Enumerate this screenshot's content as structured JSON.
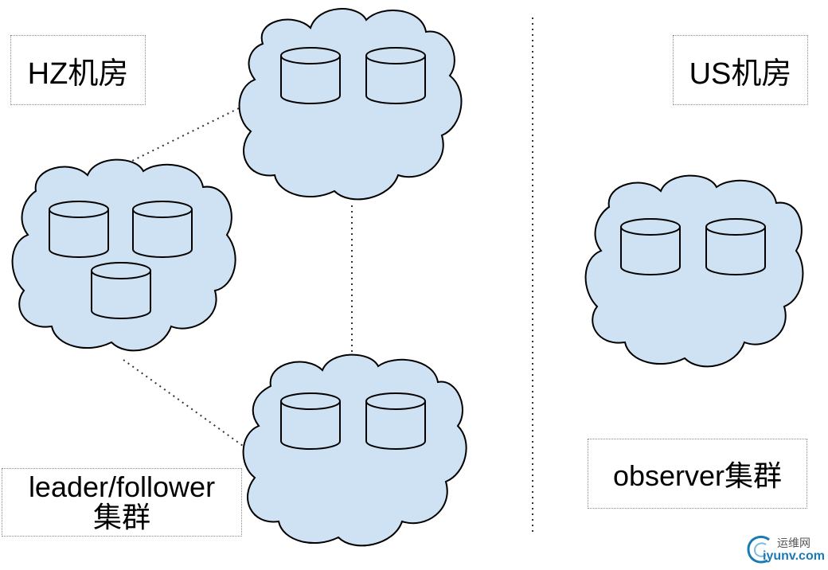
{
  "labels": {
    "hz_room": "HZ机房",
    "us_room": "US机房",
    "leader_follower_line1": "leader/follower",
    "leader_follower_line2": "集群",
    "observer_cluster": "observer集群"
  },
  "watermark": {
    "top": "运维网",
    "bottom": "iyunv.com"
  },
  "colors": {
    "cloud_fill": "#cfe2f3",
    "stroke": "#000000",
    "watermark_blue": "#1a7ab5"
  }
}
